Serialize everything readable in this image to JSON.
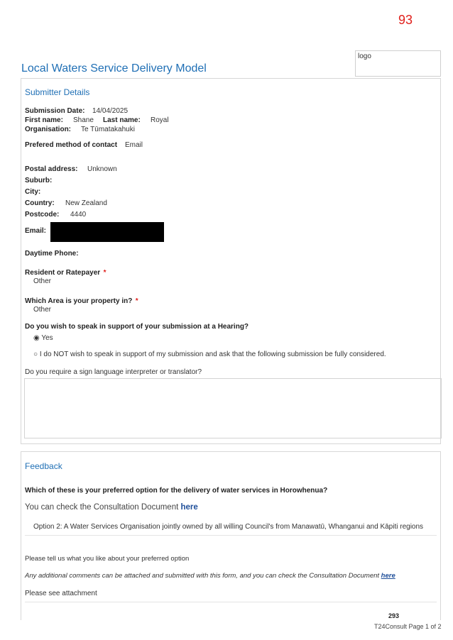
{
  "page_number": "93",
  "logo_text": "logo",
  "title": "Local Waters Service Delivery Model",
  "submitter": {
    "heading": "Submitter Details",
    "submission_date_label": "Submission Date:",
    "submission_date": "14/04/2025",
    "first_name_label": "First name:",
    "first_name": "Shane",
    "last_name_label": "Last name:",
    "last_name": "Royal",
    "organisation_label": "Organisation:",
    "organisation": "Te Tūmatakahuki",
    "contact_label": "Prefered method of contact",
    "contact": "Email",
    "postal_label": "Postal address:",
    "postal": "Unknown",
    "suburb_label": "Suburb:",
    "city_label": "City:",
    "country_label": "Country:",
    "country": "New Zealand",
    "postcode_label": "Postcode:",
    "postcode": "4440",
    "email_label": "Email:",
    "daytime_phone_label": "Daytime Phone:",
    "resident_label": "Resident or Ratepayer",
    "resident_value": "Other",
    "area_label": "Which Area is your property in?",
    "area_value": "Other",
    "required_mark": "*",
    "hearing_question": "Do you wish to speak in support of your submission at a Hearing?",
    "hearing_yes": "Yes",
    "hearing_no": "I do NOT wish to speak in support of my submission and ask that the following submission be fully considered.",
    "radio_selected_glyph": "◉",
    "radio_unselected_glyph": "○",
    "interpreter_question": "Do you require a sign language interpreter or translator?"
  },
  "feedback": {
    "heading": "Feedback",
    "question": "Which of these is your preferred option for the delivery of water services in Horowhenua?",
    "consult_text": "You can check the Consultation Document",
    "consult_link": "here",
    "option": "Option 2: A Water Services Organisation jointly owned by all willing Council's from Manawatū, Whanganui and Kāpiti regions",
    "like_question": "Please tell us what you like about your preferred option",
    "additional_text": "Any additional comments can be attached and submitted with this form, and you can check the Consultation Document",
    "additional_link": "here",
    "answer": "Please see attachment"
  },
  "footer": {
    "number": "293",
    "text": "T24Consult  Page 1 of 2"
  }
}
